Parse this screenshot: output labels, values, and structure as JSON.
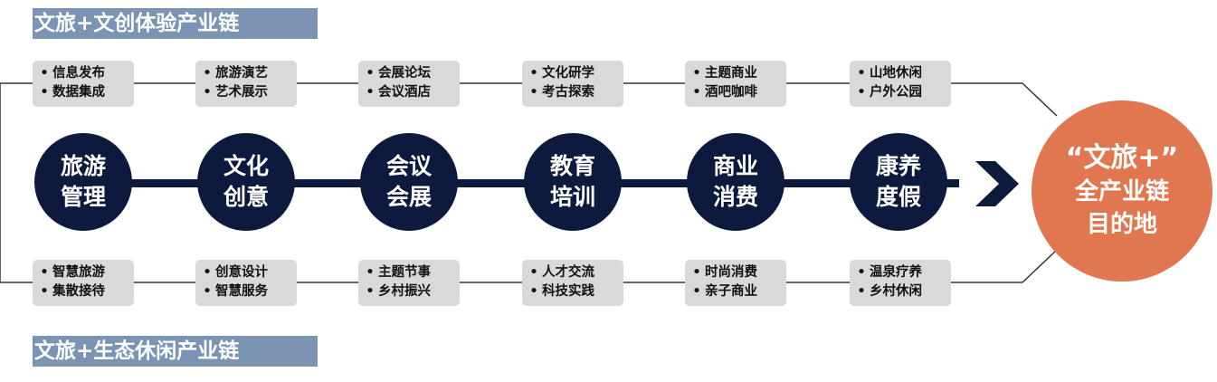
{
  "banners": {
    "top": "文旅+文创体验产业链",
    "bottom": "文旅+生态休闲产业链"
  },
  "bullet": "•",
  "nodes": [
    {
      "line1": "旅游",
      "line2": "管理"
    },
    {
      "line1": "文化",
      "line2": "创意"
    },
    {
      "line1": "会议",
      "line2": "会展"
    },
    {
      "line1": "教育",
      "line2": "培训"
    },
    {
      "line1": "商业",
      "line2": "消费"
    },
    {
      "line1": "康养",
      "line2": "度假"
    }
  ],
  "top_boxes": [
    [
      "信息发布",
      "数据集成"
    ],
    [
      "旅游演艺",
      "艺术展示"
    ],
    [
      "会展论坛",
      "会议酒店"
    ],
    [
      "文化研学",
      "考古探索"
    ],
    [
      "主题商业",
      "酒吧咖啡"
    ],
    [
      "山地休闲",
      "户外公园"
    ]
  ],
  "bottom_boxes": [
    [
      "智慧旅游",
      "集散接待"
    ],
    [
      "创意设计",
      "智慧服务"
    ],
    [
      "主题节事",
      "乡村振兴"
    ],
    [
      "人才交流",
      "科技实践"
    ],
    [
      "时尚消费",
      "亲子商业"
    ],
    [
      "温泉疗养",
      "乡村休闲"
    ]
  ],
  "destination": {
    "line1": "“文旅+”",
    "line2": "全产业链",
    "line3": "目的地"
  },
  "colors": {
    "node": "#0e1a3d",
    "destination": "#e17750",
    "banner": "#7b94b3",
    "box": "#d9d9d9"
  }
}
